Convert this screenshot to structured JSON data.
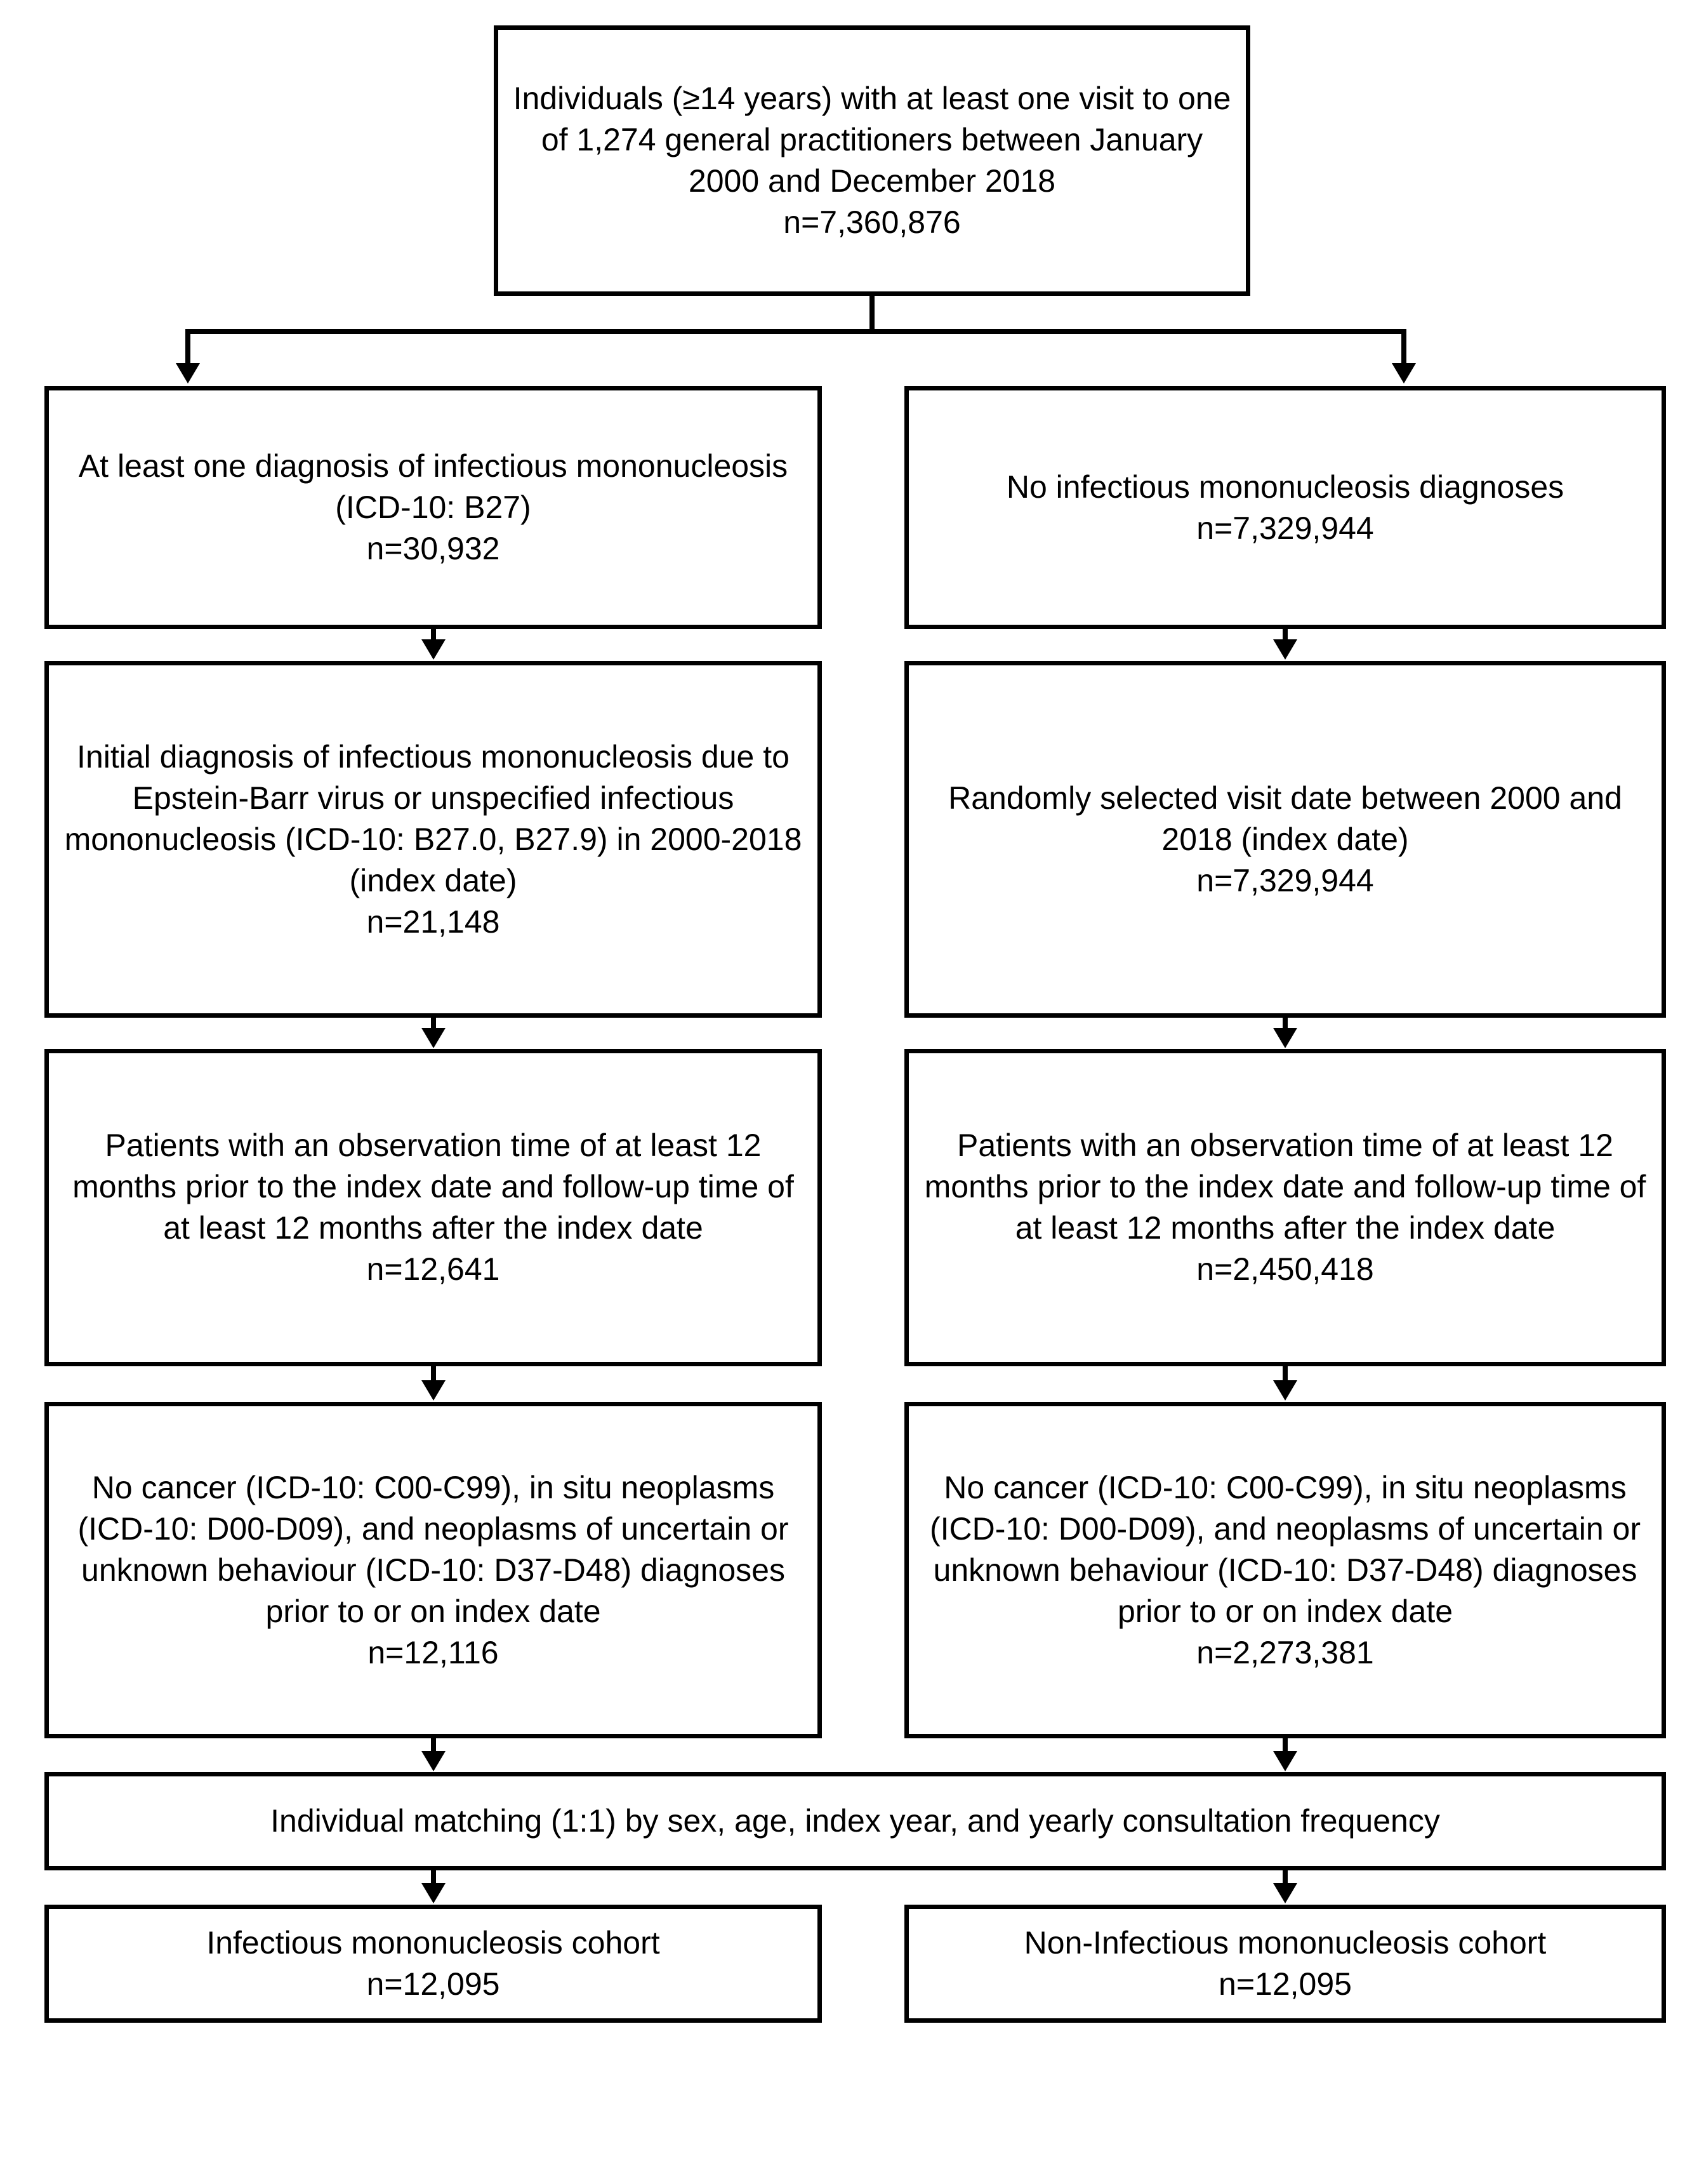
{
  "diagram": {
    "type": "flowchart",
    "title": "Study cohort selection flow diagram",
    "colors": {
      "box_border": "#000000",
      "box_fill": "#ffffff",
      "connector": "#000000",
      "text": "#000000"
    }
  },
  "nodes": {
    "source_population": {
      "text": "Individuals (≥14 years) with at least one visit to one of 1,274 general practitioners between January 2000 and December 2018\nn=7,360,876",
      "n": "7,360,876"
    },
    "im_diagnosis": {
      "text": "At least one diagnosis of infectious mononucleosis (ICD-10: B27)\nn=30,932",
      "n": "30,932"
    },
    "no_im_diagnosis": {
      "text": "No infectious mononucleosis diagnoses\nn=7,329,944",
      "n": "7,329,944"
    },
    "im_initial_diagnosis": {
      "text": "Initial diagnosis of infectious mononucleosis due to Epstein-Barr virus or unspecified infectious mononucleosis (ICD-10: B27.0, B27.9) in 2000-2018 (index date)\nn=21,148",
      "n": "21,148"
    },
    "random_visit_date": {
      "text": "Randomly selected visit date between 2000 and 2018 (index date)\nn=7,329,944",
      "n": "7,329,944"
    },
    "im_observation_time": {
      "text": "Patients with an observation time of at least 12 months prior to the index date and follow-up time of at least 12 months after the index date\nn=12,641",
      "n": "12,641"
    },
    "no_im_observation_time": {
      "text": "Patients with an observation time of at least 12 months prior to the index date and follow-up time of at least 12 months after the index date\nn=2,450,418",
      "n": "2,450,418"
    },
    "im_no_cancer": {
      "text": "No cancer (ICD-10: C00-C99), in situ neoplasms (ICD-10: D00-D09), and neoplasms of uncertain or unknown behaviour (ICD-10: D37-D48) diagnoses prior to or on index date\nn=12,116",
      "n": "12,116"
    },
    "no_im_no_cancer": {
      "text": "No cancer (ICD-10: C00-C99),  in situ neoplasms (ICD-10: D00-D09), and neoplasms of uncertain or unknown behaviour (ICD-10: D37-D48) diagnoses prior to or on index date\nn=2,273,381",
      "n": "2,273,381"
    },
    "matching": {
      "text": "Individual matching (1:1) by sex, age, index year, and yearly consultation frequency",
      "ratio": "1:1"
    },
    "im_cohort": {
      "text": "Infectious mononucleosis cohort\nn=12,095",
      "n": "12,095"
    },
    "non_im_cohort": {
      "text": "Non-Infectious mononucleosis cohort\nn=12,095",
      "n": "12,095"
    }
  }
}
